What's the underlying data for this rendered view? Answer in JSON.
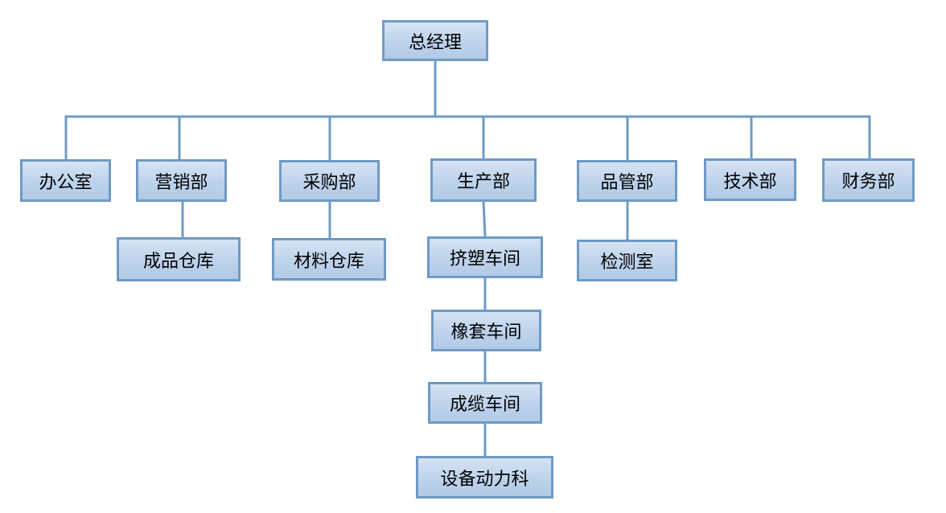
{
  "org_chart": {
    "ceo": "总经理",
    "departments": {
      "office": "办公室",
      "sales": "营销部",
      "purchasing": "采购部",
      "production": "生产部",
      "quality": "品管部",
      "technology": "技术部",
      "finance": "财务部"
    },
    "sub_units": {
      "finished_goods_warehouse": "成品仓库",
      "materials_warehouse": "材料仓库",
      "extrusion_workshop": "挤塑车间",
      "rubber_sleeve_workshop": "橡套车间",
      "cabling_workshop": "成缆车间",
      "equipment_power_section": "设备动力科",
      "testing_room": "检测室"
    }
  },
  "colors": {
    "line": "#6f9ac4",
    "box_border": "#6f9ac4",
    "box_fill_top": "#d5e3f3",
    "box_fill_bottom": "#b2cae6",
    "text": "#000000"
  }
}
